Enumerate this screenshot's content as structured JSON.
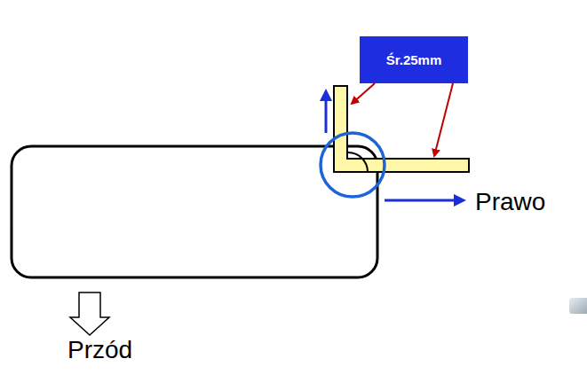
{
  "diagram": {
    "nodes": [
      {
        "text": [
          "Śr.25mm"
        ]
      }
    ],
    "labels": [
      "Prawo",
      "Przód"
    ]
  }
}
